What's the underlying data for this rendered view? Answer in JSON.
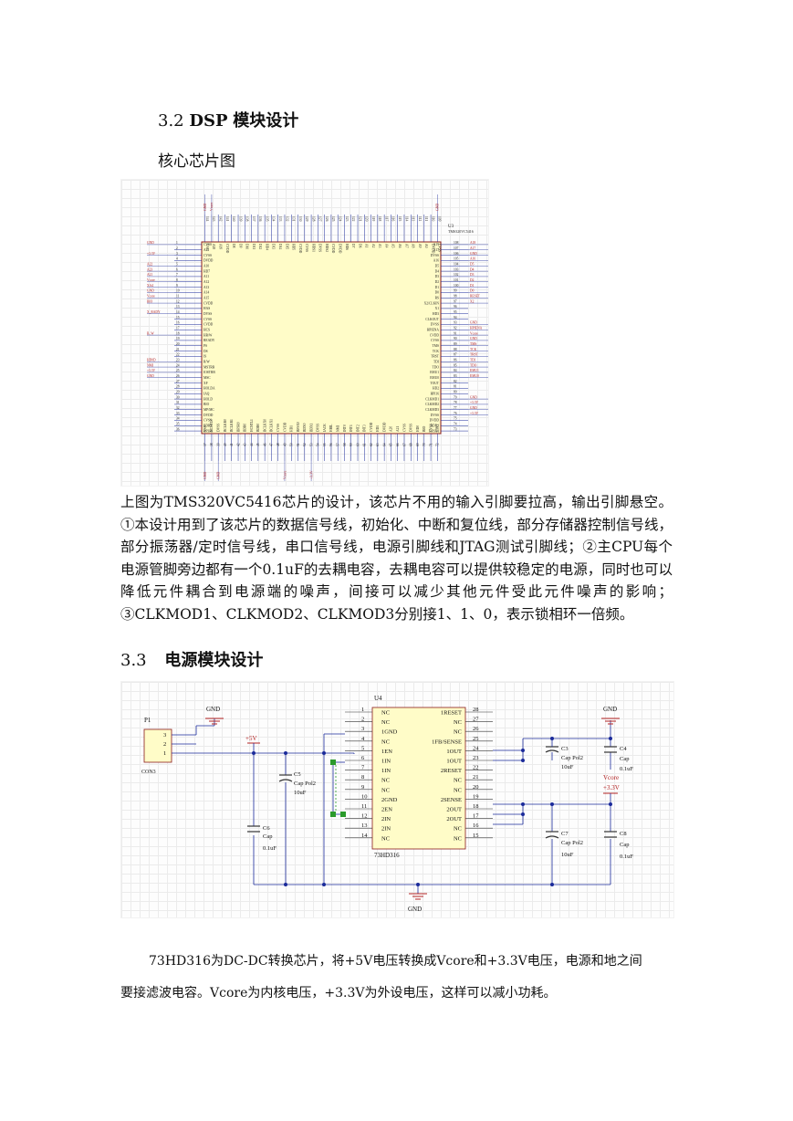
{
  "section_dsp": {
    "number": "3.2",
    "title_bold": "DSP",
    "title_rest": "模块设计"
  },
  "figure1": {
    "caption": "核心芯片图",
    "chip_ref": "U3",
    "chip_part": "TMS320VC5416",
    "left_nets": [
      "GND",
      "",
      "+3.3V",
      "",
      "A22",
      "A23",
      "A21",
      "Vcore",
      "XA4",
      "GND",
      "Vcore",
      "BIO",
      "",
      "X_RADY",
      "",
      "",
      "",
      "B_W",
      "",
      "",
      "",
      "",
      "HD0D",
      "NMI",
      "+3.3V",
      "GND",
      "",
      ""
    ],
    "left_pins": [
      "CVSS",
      "A22",
      "CVSS",
      "DVDD",
      "A10",
      "HD7",
      "A11",
      "A12",
      "A13",
      "A14",
      "A15",
      "CVDD",
      "HAS",
      "DVSS",
      "CVSS",
      "CVDD",
      "HCS",
      "HR/W",
      "READY",
      "PS",
      "DS",
      "IS",
      "R/W",
      "MSTRB",
      "IOSTRB",
      "MSC",
      "XF",
      "HOLDA",
      "IAQ",
      "HOLD",
      "BIO",
      "MP/MC",
      "DVDD",
      "CVSS",
      "BDR1",
      "BFSR1"
    ],
    "right_pins": [
      "A19",
      "A17",
      "DVSS",
      "A16",
      "D5",
      "D4",
      "D3",
      "D2",
      "D1",
      "D0",
      "RS",
      "X2/CLKIN",
      "X1",
      "HD3",
      "CLKOUT",
      "DVSS",
      "HPIENA",
      "CVDD",
      "CVSS",
      "TMS",
      "TCK",
      "TRST",
      "TDI",
      "TDO",
      "EMU1",
      "EMU0",
      "TOUT",
      "HD2",
      "HPI16",
      "CLKMD1",
      "CLKMD2",
      "CLKMD3",
      "DVSS",
      "DVDD",
      "BDX1",
      "BFSX1"
    ],
    "right_nets": [
      "A18",
      "A17",
      "GND",
      "A16",
      "D5",
      "D4",
      "D3",
      "D2",
      "D1",
      "D0",
      "RESET",
      "X2",
      "",
      "",
      "",
      "GND",
      "HPIENA",
      "Vcore",
      "GND",
      "TMS",
      "TCK",
      "TRST",
      "TDI",
      "TDO",
      "EMU1",
      "EMU0",
      "",
      "",
      "",
      "GND",
      "+3.3V",
      "GND",
      "+3.3V",
      "",
      "",
      ""
    ],
    "top_pins": [
      "VSS",
      "A18",
      "A19",
      "CVDD",
      "D8",
      "D9",
      "D10",
      "D11",
      "D12",
      "HD4",
      "D13",
      "D14",
      "D15",
      "HD5",
      "CVDD",
      "CVSS",
      "HDS1",
      "DVSS",
      "HDS2",
      "CVDD",
      "DVDD",
      "HD6",
      "D7",
      "D6",
      "A1",
      "A2",
      "A3",
      "A4",
      "A5",
      "A6",
      "A7",
      "A8",
      "A9",
      "A0",
      "DVDD",
      "CVSS"
    ],
    "top_nets": [
      "GND",
      "Vcore",
      "",
      "",
      "",
      "",
      "",
      "",
      "",
      "",
      "",
      "",
      "",
      "",
      "",
      "",
      "",
      "",
      "",
      "",
      "",
      "",
      "",
      "",
      "",
      "",
      "",
      "",
      "",
      "",
      "",
      "",
      "",
      "",
      "",
      "GND"
    ],
    "bottom_pins": [
      "VSS",
      "HCNTL0",
      "DVSS",
      "BCLKR0",
      "BCLKR1",
      "BFSR0",
      "BDR0",
      "HCNTL1",
      "BDR0",
      "BCLKX0",
      "BCLKX1",
      "CVSS",
      "CVDD",
      "HD1",
      "BFSX0",
      "BDX0",
      "BDX1",
      "DVSS",
      "IACK",
      "HBIL",
      "NMI",
      "INT0",
      "INT1",
      "INT2",
      "INT3",
      "CVDD",
      "HD1",
      "DVDD",
      "A20",
      "A21",
      "CVSS",
      "DVSS",
      "HD0",
      "BIO",
      "CVSS",
      "HINT"
    ],
    "bottom_nets": [
      "GND",
      "",
      "GND",
      "",
      "",
      "",
      "",
      "",
      "",
      "",
      "",
      "",
      "Vcore",
      "",
      "",
      "",
      "+3.3V",
      "",
      "",
      "",
      "",
      "",
      "",
      "",
      "",
      "",
      "",
      "",
      "",
      "",
      "",
      "",
      "",
      "",
      "",
      ""
    ]
  },
  "paragraph1": "上图为TMS320VC5416芯片的设计，该芯片不用的输入引脚要拉高，输出引脚悬空。①本设计用到了该芯片的数据信号线，初始化、中断和复位线，部分存储器控制信号线，部分振荡器/定时信号线，串口信号线，电源引脚线和JTAG测试引脚线；②主CPU每个电源管脚旁边都有一个0.1uF的去耦电容，去耦电容可以提供较稳定的电源，同时也可以降低元件耦合到电源端的噪声，间接可以减少其他元件受此元件噪声的影响；③CLKMOD1、CLKMOD2、CLKMOD3分别接1、1、0，表示锁相环一倍频。",
  "section_power": {
    "number": "3.3",
    "title": "电源模块设计"
  },
  "figure2": {
    "ic_ref": "U4",
    "ic_part": "73HD316",
    "left_pin_numbers": [
      "1",
      "2",
      "3",
      "4",
      "5",
      "6",
      "7",
      "8",
      "9",
      "10",
      "11",
      "12",
      "13",
      "14"
    ],
    "left_pin_names": [
      "NC",
      "NC",
      "1GND",
      "NC",
      "1EN",
      "1IN",
      "1IN",
      "NC",
      "NC",
      "2GND",
      "2EN",
      "2IN",
      "2IN",
      "NC"
    ],
    "right_pin_numbers": [
      "28",
      "27",
      "26",
      "25",
      "24",
      "23",
      "22",
      "21",
      "20",
      "19",
      "18",
      "17",
      "16",
      "15"
    ],
    "right_pin_names": [
      "1RESET",
      "NC",
      "NC",
      "1FB/SENSE",
      "1OUT",
      "1OUT",
      "2RESET",
      "NC",
      "NC",
      "2SENSE",
      "2OUT",
      "2OUT",
      "NC",
      "NC"
    ],
    "connector": {
      "ref": "P1",
      "part": "CON3",
      "pins": [
        "3",
        "2",
        "1"
      ]
    },
    "gnd_label": "GND",
    "plus5v_label": "+5V",
    "vcore_label": "Vcore",
    "plus33v_label": "+3.3V",
    "c3": {
      "ref": "C3",
      "type": "Cap Pol2",
      "value": "10uF"
    },
    "c4": {
      "ref": "C4",
      "type": "Cap",
      "value": "0.1uF"
    },
    "c5": {
      "ref": "C5",
      "type": "Cap Pol2",
      "value": "10uF"
    },
    "c6": {
      "ref": "C6",
      "type": "Cap",
      "value": "0.1uF"
    },
    "c7": {
      "ref": "C7",
      "type": "Cap Pol2",
      "value": "10uF"
    },
    "c8": {
      "ref": "C8",
      "type": "Cap",
      "value": "0.1uF"
    }
  },
  "paragraph2_line1": "73HD316为DC-DC转换芯片，将+5V电压转换成Vcore和+3.3V电压，电源和地之间",
  "paragraph2_line2": "要接滤波电容。Vcore为内核电压，+3.3V为外设电压，这样可以减小功耗。"
}
